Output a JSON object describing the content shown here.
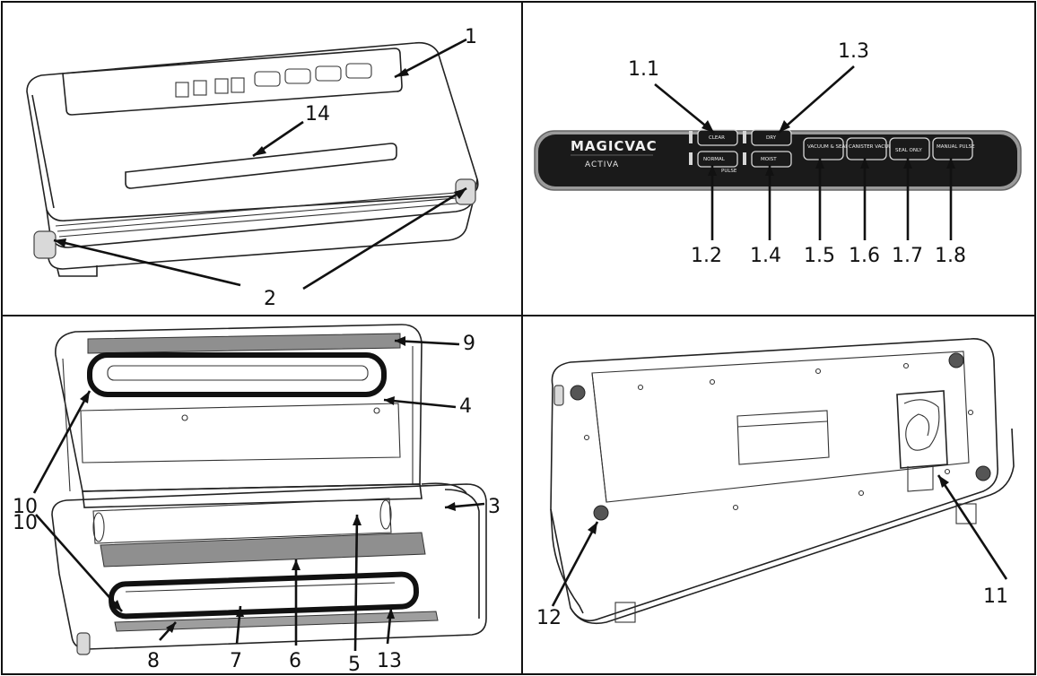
{
  "panel_top_left": {
    "callouts": [
      "1",
      "14",
      "2"
    ]
  },
  "panel_top_right": {
    "brand": "MAGICVAC",
    "model": "ACTIVA",
    "buttons": [
      [
        "CLEAR",
        "NORMAL",
        "DRY",
        "MOIST",
        "VACUUM & SEAL",
        "CANISTER VACUUM",
        "SEAL ONLY",
        "MANUAL PULSE"
      ],
      [
        "NORMAL",
        "PULSE"
      ]
    ],
    "callouts": [
      "1.1",
      "1.3",
      "1.2",
      "1.4",
      "1.5",
      "1.6",
      "1.7",
      "1.8"
    ]
  },
  "panel_bottom_left": {
    "callouts": [
      "9",
      "4",
      "10",
      "3",
      "10",
      "8",
      "7",
      "6",
      "5",
      "13"
    ]
  },
  "panel_bottom_right": {
    "callouts": [
      "12",
      "11"
    ]
  },
  "colors": {
    "line": "#111111",
    "panel_background": "#1a1a1a",
    "panel_frame": "#9a9a9a",
    "seal_gasket": "#111111",
    "foam_strip": "#8f8f8f"
  }
}
